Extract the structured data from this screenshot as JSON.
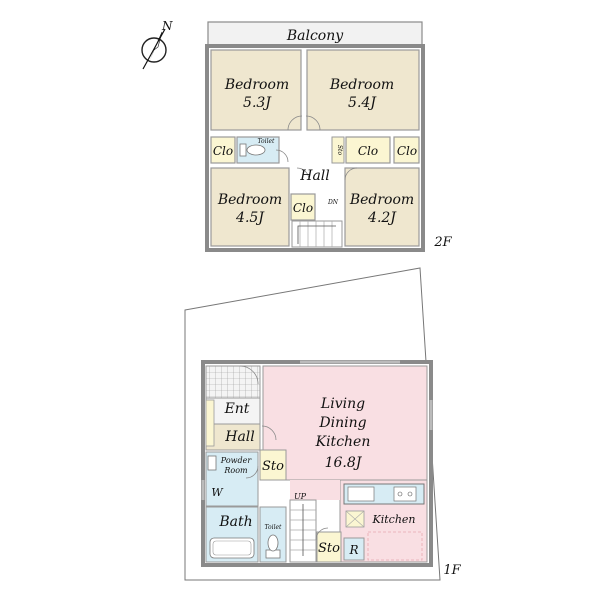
{
  "compass": {
    "north_label": "N"
  },
  "floor2": {
    "level_label": "2F",
    "balcony": "Balcony",
    "bedroom_nw": {
      "name": "Bedroom",
      "size": "5.3J"
    },
    "bedroom_ne": {
      "name": "Bedroom",
      "size": "5.4J"
    },
    "bedroom_sw": {
      "name": "Bedroom",
      "size": "4.5J"
    },
    "bedroom_se": {
      "name": "Bedroom",
      "size": "4.2J"
    },
    "closet_1": "Clo",
    "closet_2": "Clo",
    "closet_3": "Clo",
    "closet_4": "Clo",
    "toilet": "Toilet",
    "storage": "Sto",
    "hall": "Hall",
    "stairs_down": "DN"
  },
  "floor1": {
    "level_label": "1F",
    "entrance": "Ent",
    "hall": "Hall",
    "ldk_line1": "Living",
    "ldk_line2": "Dining",
    "ldk_line3": "Kitchen",
    "ldk_size": "16.8J",
    "storage_1": "Sto",
    "storage_2": "Sto",
    "powder_line1": "Powder",
    "powder_line2": "Room",
    "washer": "W",
    "bath": "Bath",
    "toilet": "Toilet",
    "stairs_up": "UP",
    "kitchen": "Kitchen",
    "refrigerator": "R"
  },
  "colors": {
    "bedroom": "#efe7cf",
    "balcony": "#eeeeee",
    "toilet": "#d7ecf4",
    "closet": "#fbf6d2",
    "ldk": "#f9dfe3",
    "wet": "#d7ecf4",
    "wall": "#8a8a8a"
  }
}
